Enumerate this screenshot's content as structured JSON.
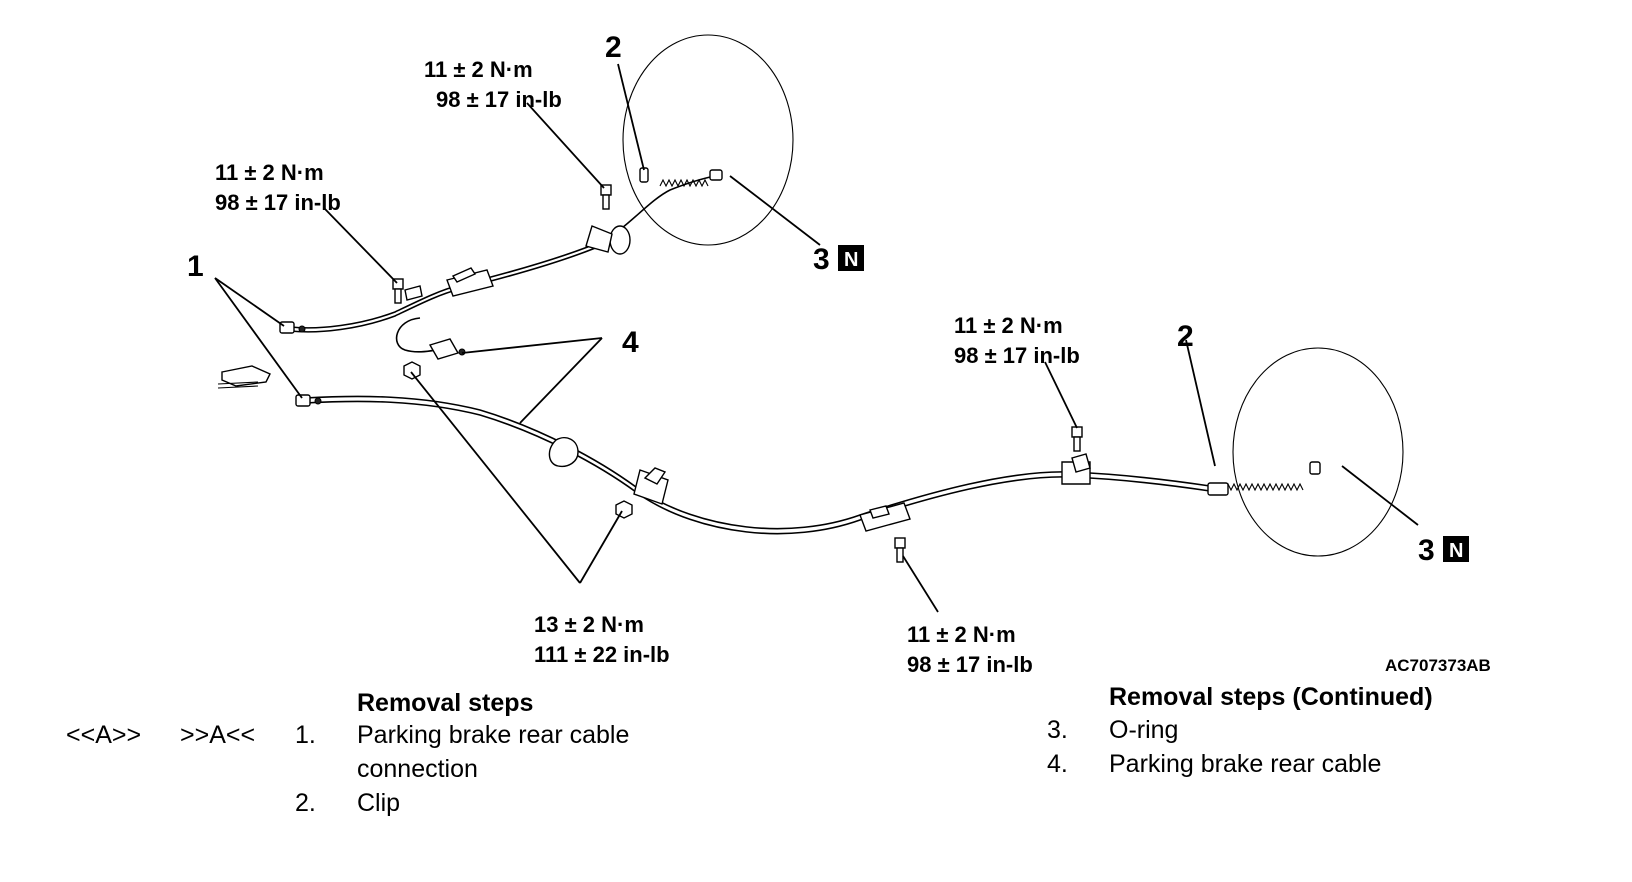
{
  "figure_id": "AC707373AB",
  "torque_specs": {
    "a": {
      "nm": "11 ± 2 N·m",
      "inlb": "98 ± 17 in-lb"
    },
    "b": {
      "nm": "11 ± 2 N·m",
      "inlb": "98 ± 17 in-lb"
    },
    "c": {
      "nm": "11 ± 2 N·m",
      "inlb": "98 ± 17 in-lb"
    },
    "d": {
      "nm": "13 ± 2 N·m",
      "inlb": "111 ± 22 in-lb"
    },
    "e": {
      "nm": "11 ± 2 N·m",
      "inlb": "98 ± 17 in-lb"
    }
  },
  "callouts": {
    "c1": "1",
    "c2_top": "2",
    "c2_right": "2",
    "c3_top": "3",
    "c3_right": "3",
    "c4": "4",
    "n_mark": "N"
  },
  "removal_steps": {
    "title": "Removal steps",
    "ref_a": "<<A>>",
    "ref_b": ">>A<<",
    "items": [
      {
        "num": "1.",
        "text_line1": "Parking brake rear cable",
        "text_line2": "connection"
      },
      {
        "num": "2.",
        "text_line1": "Clip"
      }
    ]
  },
  "removal_steps_continued": {
    "title": "Removal steps (Continued)",
    "items": [
      {
        "num": "3.",
        "text": "O-ring"
      },
      {
        "num": "4.",
        "text": "Parking brake rear cable"
      }
    ]
  }
}
